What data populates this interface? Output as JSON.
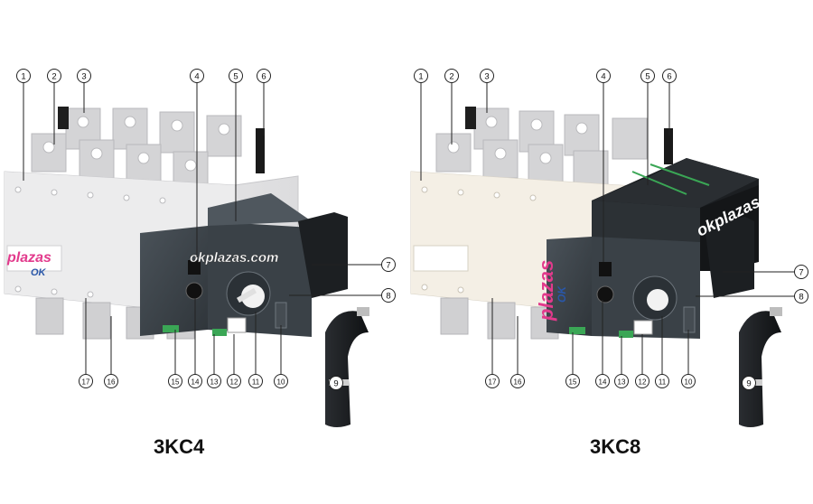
{
  "figures": [
    {
      "model": "3KC4",
      "callouts": [
        "1",
        "2",
        "3",
        "4",
        "5",
        "6",
        "7",
        "8",
        "9",
        "10",
        "11",
        "12",
        "13",
        "14",
        "15",
        "16",
        "17"
      ],
      "watermark": "okplazas.com",
      "logo_top": "plazas",
      "logo_bottom": "OK"
    },
    {
      "model": "3KC8",
      "callouts": [
        "1",
        "2",
        "3",
        "4",
        "5",
        "6",
        "7",
        "8",
        "9",
        "10",
        "11",
        "12",
        "13",
        "14",
        "15",
        "16",
        "17"
      ],
      "watermark": "okplazas.com",
      "logo_top": "plazas",
      "logo_bottom": "OK"
    }
  ],
  "colors": {
    "body_left": "#e9e9ea",
    "body_right": "#f3efe6",
    "terminal": "#d6d6d8",
    "dark_panel": "#3e454b",
    "black_module": "#1c1f22",
    "handle": "#1b1d20",
    "logo_pink": "#e23a8c",
    "logo_blue": "#2a57a8",
    "accent_green": "#3aa655"
  }
}
